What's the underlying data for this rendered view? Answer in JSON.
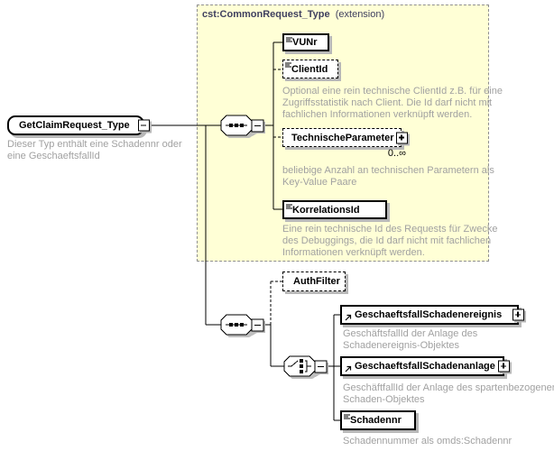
{
  "root_element": {
    "name": "GetClaimRequest_Type",
    "annotation": "Dieser Typ enthält eine Schadennr oder eine GeschaeftsfallId"
  },
  "extension_block": {
    "title": "cst:CommonRequest_Type",
    "qualifier": "(extension)"
  },
  "elements": {
    "vunr": {
      "name": "VUNr"
    },
    "client_id": {
      "name": "ClientId",
      "annotation": "Optional eine rein technische ClientId z.B. für eine Zugriffsstatistik nach Client. Die Id darf nicht mit fachlichen Informationen verknüpft werden."
    },
    "technische_parameter": {
      "name": "TechnischeParameter",
      "cardinality": "0..∞",
      "annotation": "beliebige Anzahl an technischen Parametern als Key-Value Paare"
    },
    "korrelations_id": {
      "name": "KorrelationsId",
      "annotation": "Eine rein technische Id des Requests für Zwecke des Debuggings, die Id darf nicht mit fachlichen Informationen verknüpft werden."
    },
    "auth_filter": {
      "name": "AuthFilter"
    },
    "geschaeftsfall_schadenereignis": {
      "name": "GeschaeftsfallSchadenereignis",
      "annotation": "GeschäftsfallId der Anlage des Schadenereignis-Objektes"
    },
    "geschaeftsfall_schadenanlage": {
      "name": "GeschaeftsfallSchadenanlage",
      "annotation": "GeschäftfallId der Anlage des spartenbezogenen Schaden-Objektes"
    },
    "schadennr": {
      "name": "Schadennr",
      "annotation": "Schadennummer als omds:Schadennr"
    }
  },
  "icons": {
    "sequence": "octagon-with-dotted-line",
    "choice": "octagon-with-switch",
    "simple_type": "three-lines",
    "reference": "arrow-up-right",
    "collapse": "minus-box",
    "expand": "plus-box"
  },
  "colors": {
    "extension_fill": "#ffffd6",
    "extension_border": "#8f8f8f",
    "extension_title": "#3f3f5f",
    "annotation_text": "#a1a1a1",
    "box_shadow": "#b8b8b8",
    "line": "#000000"
  }
}
